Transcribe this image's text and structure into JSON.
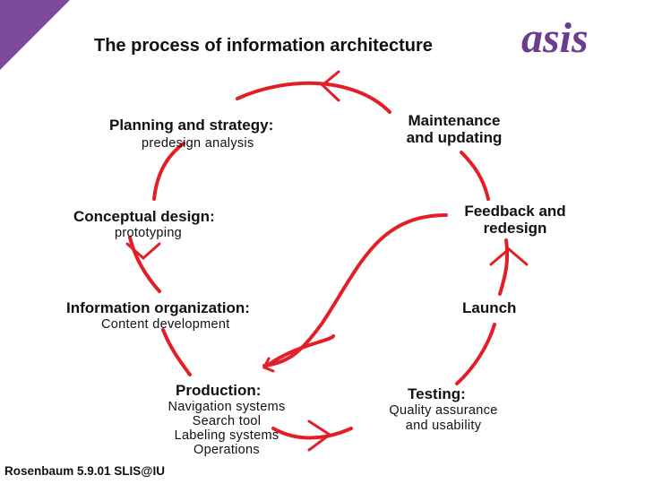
{
  "title": "The process of information architecture",
  "logo_text": "asis",
  "colors": {
    "flow": "#e41e26",
    "corner": "#7b4a9a",
    "logo": "#6a3d8f"
  },
  "nodes": {
    "planning": {
      "label": "Planning and strategy:",
      "sub": "predesign analysis"
    },
    "conceptual": {
      "label": "Conceptual design:",
      "sub": "prototyping"
    },
    "organization": {
      "label": "Information organization:",
      "sub": "Content development"
    },
    "production": {
      "label": "Production:",
      "sub": [
        "Navigation systems",
        "Search tool",
        "Labeling systems",
        "Operations"
      ]
    },
    "testing": {
      "label": "Testing:",
      "sub": [
        "Quality assurance",
        "and usability"
      ]
    },
    "launch": {
      "label": "Launch"
    },
    "feedback": {
      "label": [
        "Feedback and",
        "redesign"
      ]
    },
    "maintenance": {
      "label": [
        "Maintenance",
        "and updating"
      ]
    }
  },
  "footer": "Rosenbaum 5.9.01 SLIS@IU"
}
